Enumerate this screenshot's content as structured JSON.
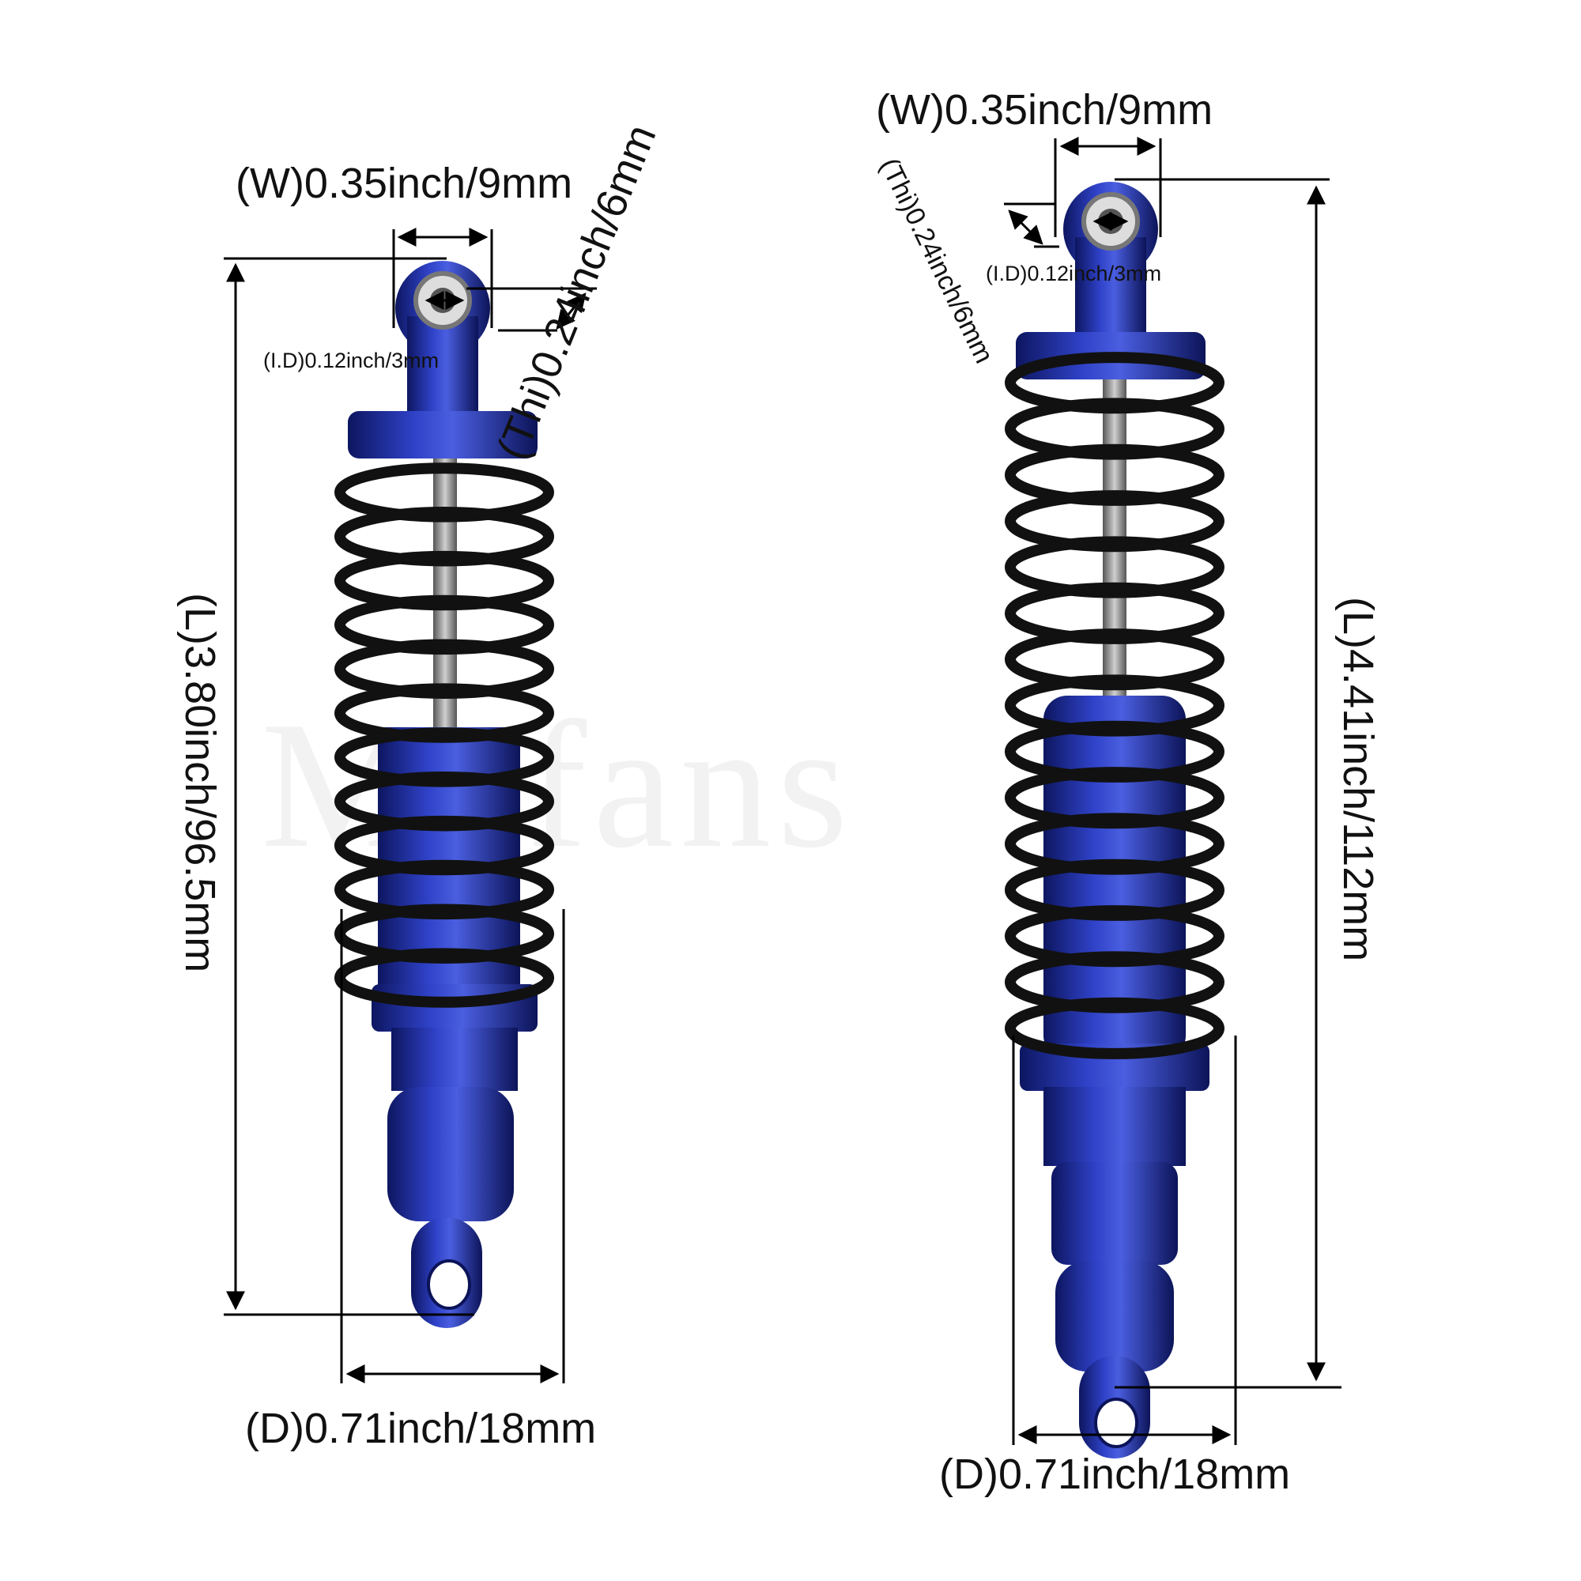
{
  "watermark": "Mxfans",
  "colors": {
    "anodized_blue": "#1f2f9a",
    "spring_black": "#111111",
    "shaft_silver": "#8a8a8a",
    "dimension_line": "#000000"
  },
  "left_shock": {
    "width_label": "(W)0.35inch/9mm",
    "thickness_label": "(Thi)0.24inch/6mm",
    "inner_diameter_label": "(I.D)0.12inch/3mm",
    "length_label": "(L)3.80inch/96.5mm",
    "diameter_label": "(D)0.71inch/18mm"
  },
  "right_shock": {
    "width_label": "(W)0.35inch/9mm",
    "thickness_label": "(Thi)0.24inch/6mm",
    "inner_diameter_label": "(I.D)0.12inch/3mm",
    "length_label": "(L)4.41inch/112mm",
    "diameter_label": "(D)0.71inch/18mm"
  }
}
